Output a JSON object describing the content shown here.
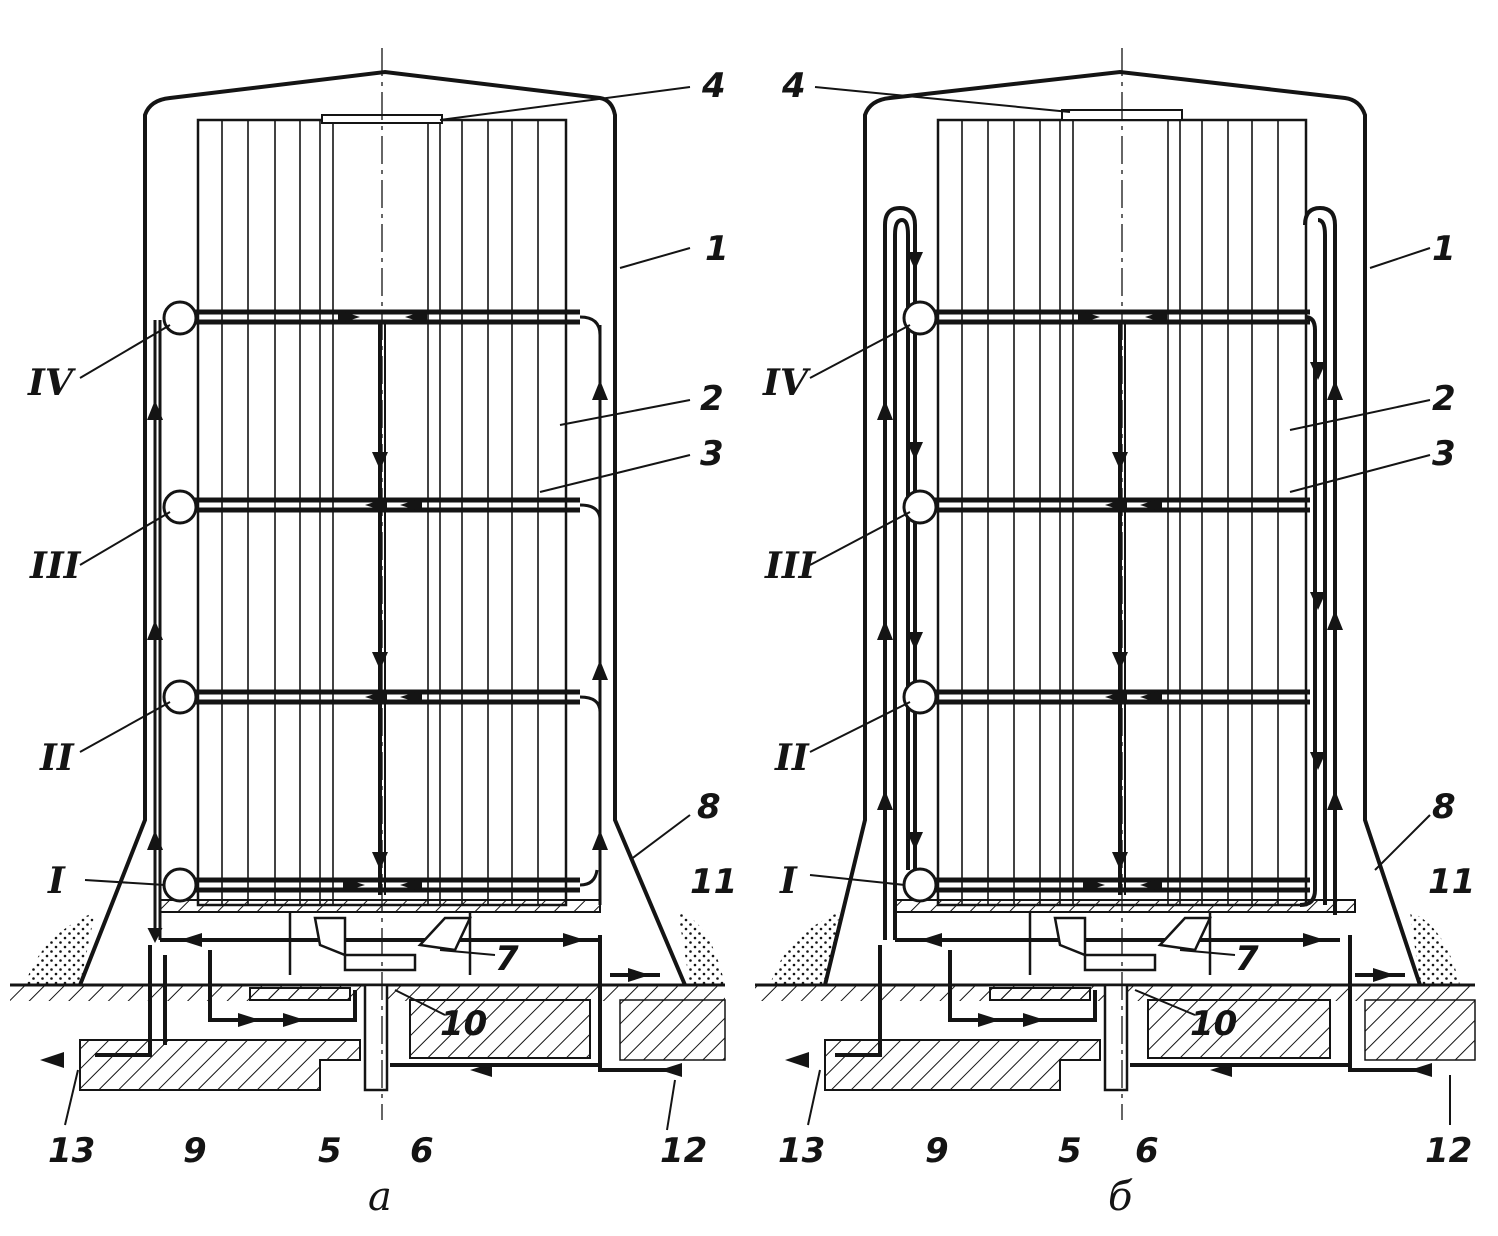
{
  "panels": [
    {
      "id": "a",
      "caption": "а",
      "part_numbers": [
        "1",
        "2",
        "3",
        "4",
        "5",
        "6",
        "7",
        "8",
        "9",
        "10",
        "11",
        "12",
        "13"
      ],
      "tiers": [
        "I",
        "II",
        "III",
        "IV"
      ]
    },
    {
      "id": "b",
      "caption": "б",
      "part_numbers": [
        "1",
        "2",
        "3",
        "4",
        "5",
        "6",
        "7",
        "8",
        "9",
        "10",
        "11",
        "12",
        "13"
      ],
      "tiers": [
        "I",
        "II",
        "III",
        "IV"
      ]
    }
  ]
}
